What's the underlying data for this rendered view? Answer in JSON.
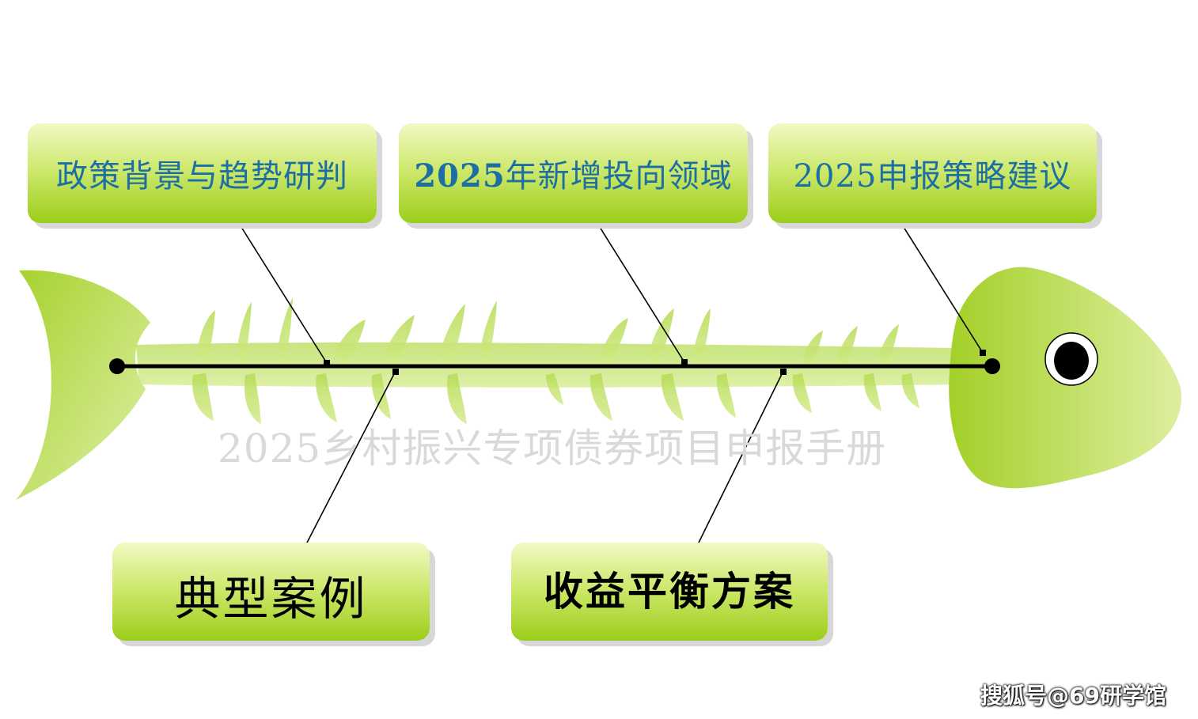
{
  "diagram": {
    "type": "fishbone",
    "top_causes": [
      {
        "label": "政策背景与趋势研判"
      },
      {
        "label_num": "2025",
        "label_rest": "年新增投向领域"
      },
      {
        "label": "2025申报策略建议"
      }
    ],
    "bottom_causes": [
      {
        "label": "典型案例"
      },
      {
        "label": "收益平衡方案"
      }
    ],
    "center_title": "2025乡村振兴专项债券项目申报手册"
  },
  "watermark": "搜狐号@69研学馆",
  "colors": {
    "fish_green": "#a4d32a",
    "fish_light": "#dcefa0",
    "label_blue": "#1d6fa3",
    "spine": "#000000"
  }
}
